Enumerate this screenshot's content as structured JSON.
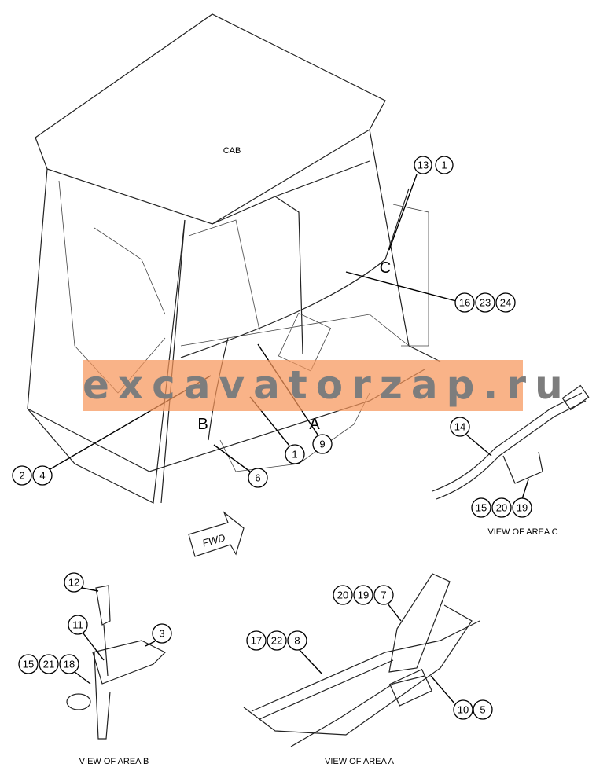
{
  "diagram": {
    "cab_label": "CAB",
    "area_markers": {
      "a": "A",
      "b": "B",
      "c": "C"
    },
    "fwd_label": "FWD",
    "highlight_color": "#e0141e",
    "main_callouts": {
      "c13": "13",
      "c1_top": "1",
      "c16": "16",
      "c23": "23",
      "c24": "24",
      "c2": "2",
      "c4": "4",
      "c6": "6",
      "c1_mid": "1",
      "c9": "9"
    },
    "view_c": {
      "caption": "VIEW OF AREA C",
      "c14": "14",
      "c15": "15",
      "c20": "20",
      "c19": "19"
    },
    "view_b": {
      "caption": "VIEW OF AREA B",
      "c12": "12",
      "c11": "11",
      "c3": "3",
      "c15": "15",
      "c21": "21",
      "c18": "18"
    },
    "view_a": {
      "caption": "VIEW OF AREA A",
      "c20": "20",
      "c19": "19",
      "c7": "7",
      "c17": "17",
      "c22": "22",
      "c8": "8",
      "c10": "10",
      "c5": "5"
    }
  },
  "watermark": {
    "text": "excavatorzap.ru",
    "color": "#f7965a"
  }
}
